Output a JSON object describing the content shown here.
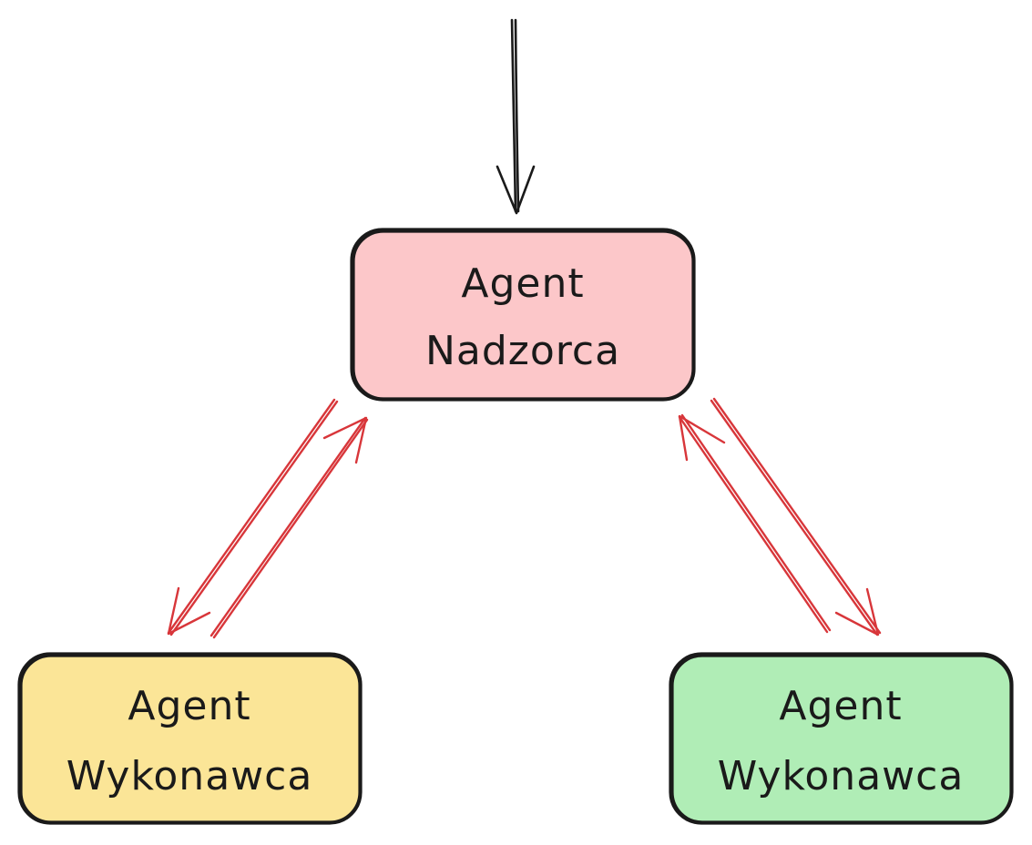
{
  "diagram": {
    "nodes": {
      "supervisor": {
        "line1": "Agent",
        "line2": "Nadzorca",
        "fill": "#fcc7c9"
      },
      "worker_left": {
        "line1": "Agent",
        "line2": "Wykonawca",
        "fill": "#fbe597"
      },
      "worker_right": {
        "line1": "Agent",
        "line2": "Wykonawca",
        "fill": "#b0edb6"
      }
    },
    "colors": {
      "outline": "#1a1a1a",
      "arrow_input": "#1a1a1a",
      "arrow_link": "#d8363a"
    }
  }
}
